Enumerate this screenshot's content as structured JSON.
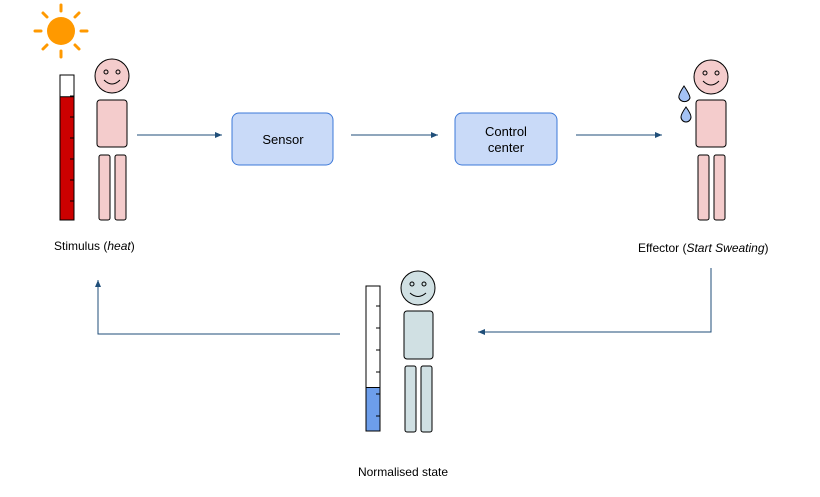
{
  "boxes": {
    "sensor": "Sensor",
    "control_line1": "Control",
    "control_line2": "center"
  },
  "captions": {
    "stimulus_prefix": "Stimulus (",
    "stimulus_em": "heat",
    "stimulus_suffix": ")",
    "effector_prefix": "Effector (",
    "effector_em": "Start Sweating",
    "effector_suffix": ")",
    "normalised": "Normalised state"
  },
  "colors": {
    "box_fill": "#c9daf8",
    "box_stroke": "#3c78d8",
    "arrow": "#1f4e79",
    "hot_body": "#f4cccc",
    "normal_body": "#d0e0e3",
    "thermo_hot": "#cc0000",
    "thermo_cool": "#6d9eeb",
    "sun": "#ff9900",
    "drop": "#a4c2f4"
  },
  "icons": [
    "sun-icon",
    "thermometer-icon",
    "person-icon",
    "sweat-drop-icon"
  ],
  "thermometer_hot_level": 0.85,
  "thermometer_normal_level": 0.3
}
